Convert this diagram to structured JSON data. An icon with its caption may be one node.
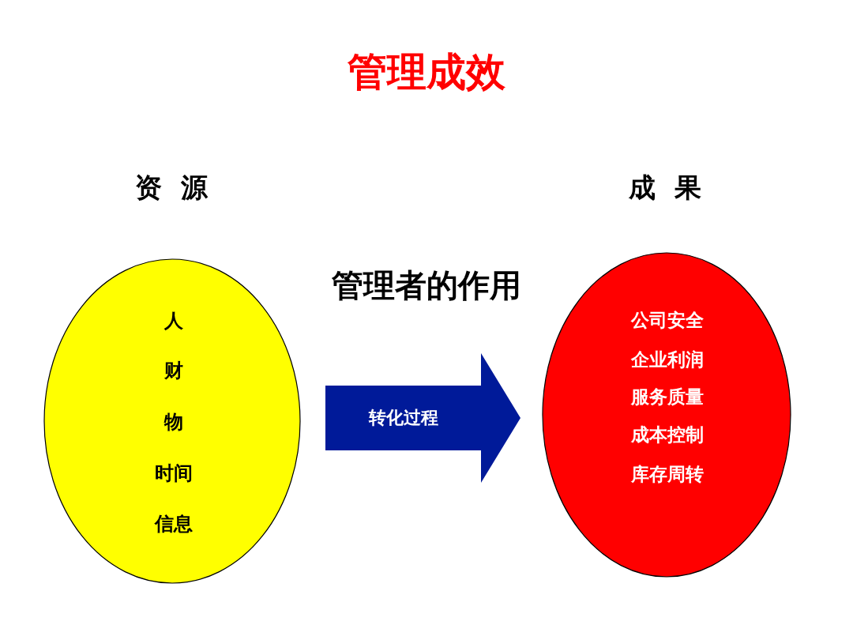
{
  "diagram": {
    "title": "管理成效",
    "nodes": [
      {
        "text": [
          "资 源",
          "人",
          "财",
          "物",
          "时间",
          "信息"
        ]
      },
      {
        "text": [
          "成 果",
          "公司安全",
          "企业利润",
          "服务质量",
          "成本控制",
          "库存周转"
        ]
      }
    ],
    "edges": [
      {
        "from": 0,
        "to": 1,
        "arrow": "to",
        "label": "转化过程",
        "style": "thick"
      }
    ],
    "labels": [
      "管理者的作用"
    ]
  }
}
